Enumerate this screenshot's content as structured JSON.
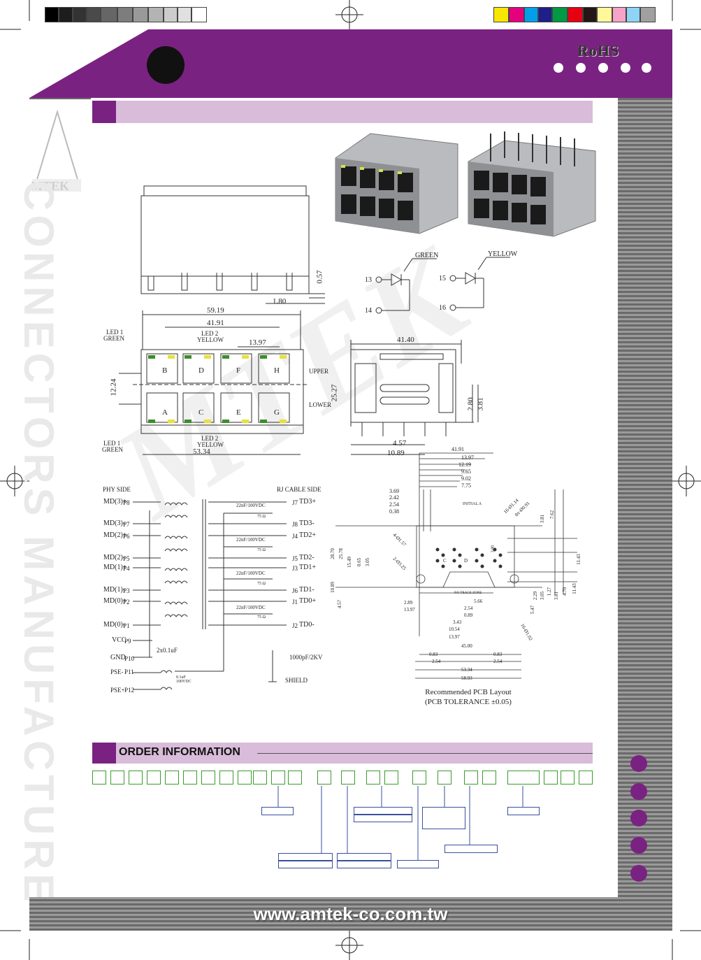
{
  "brand": {
    "rohs": "RoHS",
    "logo_text": "MTEK",
    "url": "www.amtek-co.com.tw",
    "side_text": "CONNECTORS MANUFACTURE"
  },
  "colors": {
    "purple": "#7a2282",
    "light_purple": "#d9bcd9",
    "green_box": "#3c9a2e",
    "blue_box": "#3b4fa0"
  },
  "order": {
    "title": "ORDER INFORMATION"
  },
  "top_view": {
    "dim_057": "0.57",
    "dim_180": "1.80"
  },
  "front_view": {
    "led1_top": "LED 1",
    "green_top": "GREEN",
    "led2_top": "LED 2",
    "yellow_top": "YELLOW",
    "led1_bot": "LED 1",
    "green_bot": "GREEN",
    "led2_bot": "LED 2",
    "yellow_bot": "YELLOW",
    "upper": "UPPER",
    "lower": "LOWER",
    "dim_5919": "59.19",
    "dim_4191": "41.91",
    "dim_1397": "13.97",
    "dim_1224": "12.24",
    "dim_5334": "53.34",
    "port_labels_upper": [
      "B",
      "D",
      "F",
      "H"
    ],
    "port_labels_lower": [
      "A",
      "C",
      "E",
      "G"
    ]
  },
  "led": {
    "green": "GREEN",
    "yellow": "YELLOW",
    "p13": "13",
    "p14": "14",
    "p15": "15",
    "p16": "16"
  },
  "side_view": {
    "dim_4140": "41.40",
    "dim_2527": "25.27",
    "dim_280": "2.80",
    "dim_381": "3.81",
    "dim_457": "4.57",
    "dim_1089": "10.89"
  },
  "schematic": {
    "phy_side": "PHY SIDE",
    "rj_side": "RJ CABLE SIDE",
    "left_pins": [
      {
        "name": "MD(3)+",
        "pin": "P8"
      },
      {
        "name": "MD(3)-",
        "pin": "P7"
      },
      {
        "name": "MD(2)+",
        "pin": "P6"
      },
      {
        "name": "MD(2)-",
        "pin": "P5"
      },
      {
        "name": "MD(1)+",
        "pin": "P4"
      },
      {
        "name": "MD(1)-",
        "pin": "P3"
      },
      {
        "name": "MD(0)+",
        "pin": "P2"
      },
      {
        "name": "MD(0)-",
        "pin": "P1"
      },
      {
        "name": "VCC",
        "pin": "P9"
      },
      {
        "name": "GND",
        "pin": "P10"
      },
      {
        "name": "PSE-",
        "pin": "P11"
      },
      {
        "name": "PSE+",
        "pin": "P12"
      }
    ],
    "right_pins": [
      {
        "pin": "J7",
        "name": "TD3+"
      },
      {
        "pin": "J8",
        "name": "TD3-"
      },
      {
        "pin": "J4",
        "name": "TD2+"
      },
      {
        "pin": "J5",
        "name": "TD2-"
      },
      {
        "pin": "J3",
        "name": "TD1+"
      },
      {
        "pin": "J6",
        "name": "TD1-"
      },
      {
        "pin": "J1",
        "name": "TD0+"
      },
      {
        "pin": "J2",
        "name": "TD0-"
      }
    ],
    "cap_label": "22nF/100VDC",
    "res_label": "75 Ω",
    "vcc_cap": "2x0.1uF",
    "shield_cap": "1000pF/2KV",
    "shield": "SHIELD",
    "pse_cap": "0.1uF\n100VDC"
  },
  "pcb": {
    "dims_top": [
      "41.91",
      "13.97",
      "12.19",
      "9.65",
      "9.02",
      "7.75"
    ],
    "dims_left": [
      "3.69",
      "2.42",
      "2.54",
      "0.38"
    ],
    "initial": "INITIAL A",
    "hole_114": "16-Ø1.14",
    "hole_091": "8x-Ø0.91",
    "hole_157": "4-Ø1.57",
    "hole_325": "2-Ø3.25",
    "hole_102": "16-Ø1.02",
    "left_vert": [
      "28.70",
      "25.78",
      "15.49",
      "0.65",
      "3.05",
      "10.89",
      "4.57"
    ],
    "right_vert": [
      "3.81",
      "7.62",
      "11.43",
      "2.29",
      "3.05",
      "1.27",
      "3.81",
      "4.70",
      "11.43",
      "5.47"
    ],
    "no_trace": "NO TRACE ZONE",
    "dim_566": "5.66",
    "bottom": [
      "2.89",
      "13.97",
      "2.54",
      "0.89",
      "3.43",
      "10.54",
      "13.97",
      "45.00",
      "0.83",
      "0.83",
      "2.54",
      "2.54",
      "53.34",
      "58.93"
    ],
    "inner": [
      "C",
      "D",
      "3.80"
    ],
    "caption1": "Recommended PCB Layout",
    "caption2": "(PCB TOLERANCE ±0.05)"
  }
}
